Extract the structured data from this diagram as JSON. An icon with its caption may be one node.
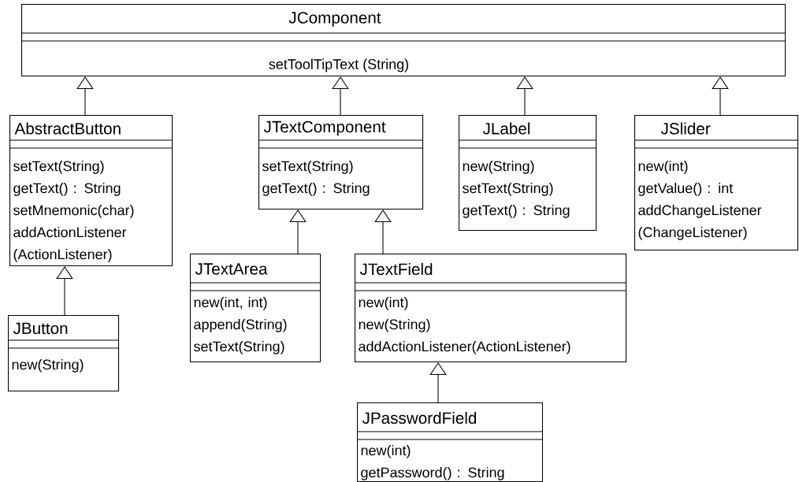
{
  "diagram": {
    "nodes": [
      {
        "text": [
          "JComponent",
          "setToolTipText (String)"
        ]
      },
      {
        "text": [
          "AbstractButton",
          "setText(String)",
          "getText() : String",
          "setMnemonic(char)",
          "addActionListener (ActionListener)"
        ]
      },
      {
        "text": [
          "JTextComponent",
          "setText(String)",
          "getText() : String"
        ]
      },
      {
        "text": [
          "JLabel",
          "new(String)",
          "setText(String)",
          "getText() : String"
        ]
      },
      {
        "text": [
          "JSlider",
          "new(int)",
          "getValue() : int",
          "addChangeListener (ChangeListener)"
        ]
      },
      {
        "text": [
          "JTextArea",
          "new(int, int)",
          "append(String)",
          "setText(String)"
        ]
      },
      {
        "text": [
          "JTextField",
          "new(int)",
          "new(String)",
          "addActionListener(ActionListener)"
        ]
      },
      {
        "text": [
          "JButton",
          "new(String)"
        ]
      },
      {
        "text": [
          "JPasswordField",
          "new(int)",
          "getPassword() : String"
        ]
      }
    ],
    "edges": [
      {
        "from": 1,
        "to": 0,
        "arrow": "to"
      },
      {
        "from": 2,
        "to": 0,
        "arrow": "to"
      },
      {
        "from": 3,
        "to": 0,
        "arrow": "to"
      },
      {
        "from": 4,
        "to": 0,
        "arrow": "to"
      },
      {
        "from": 5,
        "to": 2,
        "arrow": "to"
      },
      {
        "from": 6,
        "to": 2,
        "arrow": "to"
      },
      {
        "from": 7,
        "to": 1,
        "arrow": "to"
      },
      {
        "from": 8,
        "to": 6,
        "arrow": "to"
      }
    ]
  }
}
